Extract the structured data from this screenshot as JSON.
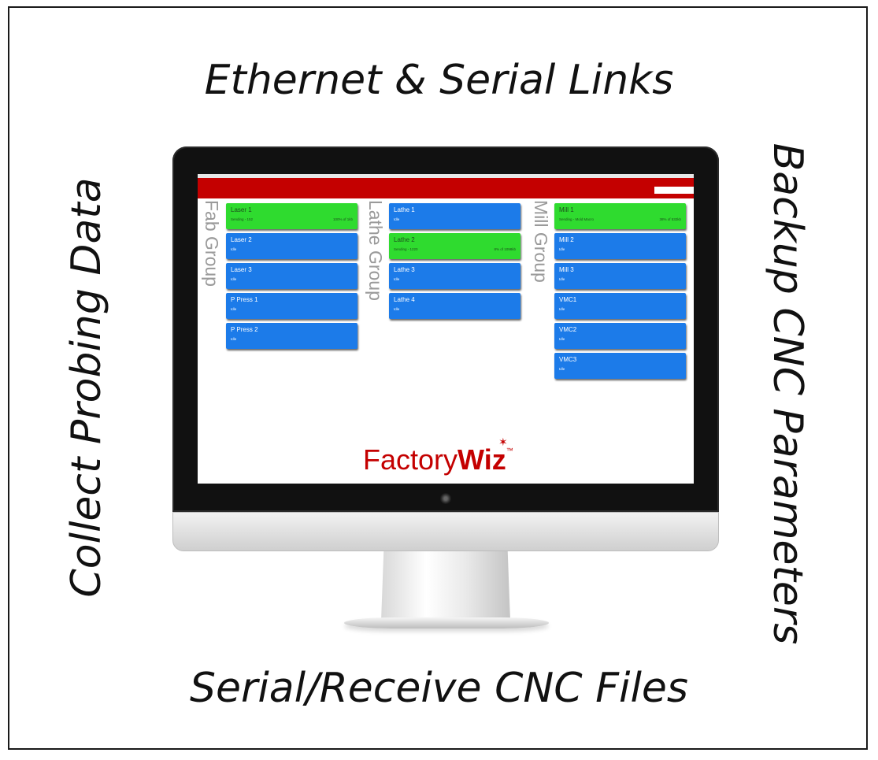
{
  "captions": {
    "top": "Ethernet & Serial Links",
    "bottom": "Serial/Receive CNC Files",
    "left": "Collect Probing Data",
    "right": "Backup CNC Parameters"
  },
  "app": {
    "logo_part1": "Factory",
    "logo_part2": "Wiz",
    "logo_tm": "™",
    "accent_color": "#c40000"
  },
  "groups": [
    {
      "label": "Fab Group",
      "machines": [
        {
          "name": "Laser 1",
          "status": "Sending - 152",
          "extra": "100% of 1kb",
          "state": "sending"
        },
        {
          "name": "Laser 2",
          "status": "Idle",
          "extra": "",
          "state": "idle"
        },
        {
          "name": "Laser 3",
          "status": "Idle",
          "extra": "",
          "state": "idle"
        },
        {
          "name": "P Press 1",
          "status": "Idle",
          "extra": "",
          "state": "idle"
        },
        {
          "name": "P Press 2",
          "status": "Idle",
          "extra": "",
          "state": "idle"
        }
      ]
    },
    {
      "label": "Lathe Group",
      "machines": [
        {
          "name": "Lathe 1",
          "status": "Idle",
          "extra": "",
          "state": "idle"
        },
        {
          "name": "Lathe 2",
          "status": "Sending - 1220",
          "extra": "8% of 1098kb",
          "state": "sending"
        },
        {
          "name": "Lathe 3",
          "status": "Idle",
          "extra": "",
          "state": "idle"
        },
        {
          "name": "Lathe 4",
          "status": "Idle",
          "extra": "",
          "state": "idle"
        }
      ]
    },
    {
      "label": "Mill Group",
      "machines": [
        {
          "name": "Mill 1",
          "status": "Sending - Mold Macro",
          "extra": "38% of 532kb",
          "state": "sending"
        },
        {
          "name": "Mill 2",
          "status": "Idle",
          "extra": "",
          "state": "idle"
        },
        {
          "name": "Mill 3",
          "status": "Idle",
          "extra": "",
          "state": "idle"
        },
        {
          "name": "VMC1",
          "status": "Idle",
          "extra": "",
          "state": "idle"
        },
        {
          "name": "VMC2",
          "status": "Idle",
          "extra": "",
          "state": "idle"
        },
        {
          "name": "VMC3",
          "status": "Idle",
          "extra": "",
          "state": "idle"
        }
      ]
    }
  ],
  "colors": {
    "idle": "#1c7be9",
    "sending": "#2fdb2f",
    "group_label": "#9a9a9a"
  }
}
